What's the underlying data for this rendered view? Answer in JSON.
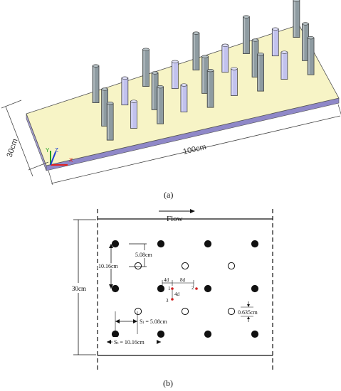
{
  "panel_a": {
    "caption": "(a)",
    "dim_width": "30cm",
    "dim_length": "100cm",
    "axis_x": "X",
    "axis_y": "Y",
    "axis_z": "Z"
  },
  "panel_b": {
    "caption": "(b)",
    "flow_label": "Flow",
    "height_label": "30cm",
    "spacing_vertical": "10.16cm",
    "spacing_small": "5.08cm",
    "spacing_4d_h": "4d",
    "spacing_8d": "8d",
    "spacing_4d_v": "4d",
    "diameter": "0.635cm",
    "sl_label": "Sₗ = 5.08cm",
    "st_label": "Sₜ = 10.16cm",
    "probe_1": "1",
    "probe_2": "2",
    "probe_3": "3"
  },
  "colors": {
    "plate_top": "#f7f4c6",
    "plate_edge": "#8f88c8",
    "pin_dark": "#8e9ba1",
    "pin_light": "#c2c2ee",
    "probe": "#d22020",
    "axis_x": "#e02020",
    "axis_y": "#20a020",
    "axis_z": "#2040d0"
  }
}
